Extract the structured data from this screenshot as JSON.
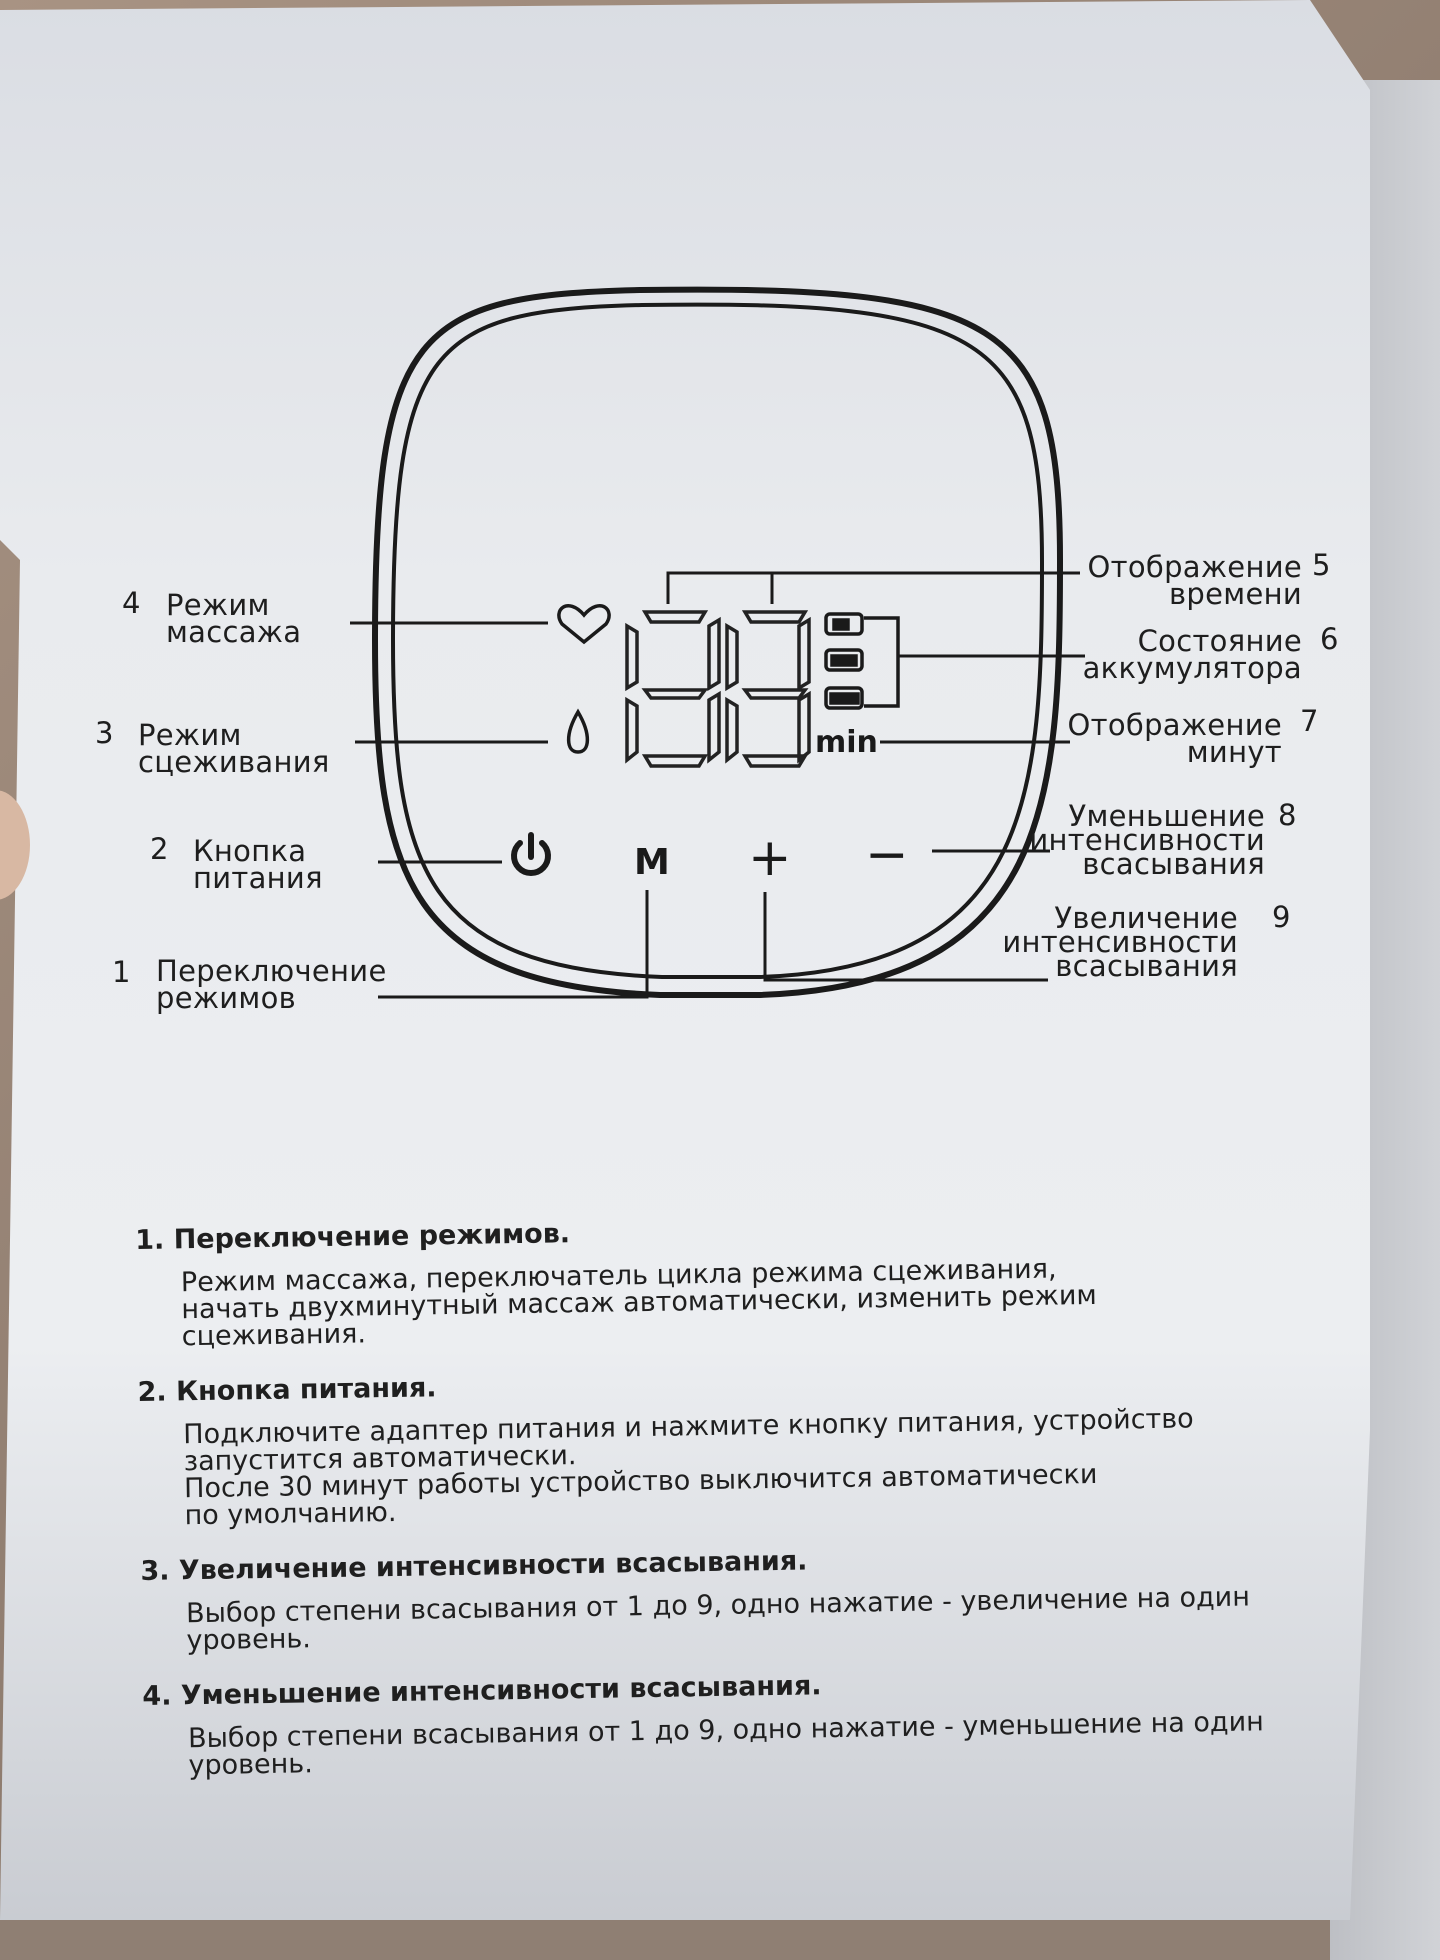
{
  "diagram": {
    "display": {
      "digits": "88",
      "unit": "min"
    },
    "buttons": {
      "power": "",
      "mode": "M",
      "plus": "+",
      "minus": "−"
    },
    "callouts": [
      {
        "num": "1",
        "text": "Переключение\nрежимов"
      },
      {
        "num": "2",
        "text": "Кнопка\nпитания"
      },
      {
        "num": "3",
        "text": "Режим\nсцеживания"
      },
      {
        "num": "4",
        "text": "Режим\nмассажа"
      },
      {
        "num": "5",
        "text": "Отображение\nвремени"
      },
      {
        "num": "6",
        "text": "Состояние\nаккумулятора"
      },
      {
        "num": "7",
        "text": "Отображение\nминут"
      },
      {
        "num": "8",
        "text": "Уменьшение\nинтенсивности\nвсасывания"
      },
      {
        "num": "9",
        "text": "Увеличение\nинтенсивности\nвсасывания"
      }
    ]
  },
  "instructions": [
    {
      "title": "1. Переключение режимов.",
      "text": "Режим массажа, переключатель цикла режима сцеживания,\nначать двухминутный массаж автоматически, изменить режим\nсцеживания."
    },
    {
      "title": "2. Кнопка питания.",
      "text": "Подключите адаптер питания и нажмите кнопку питания, устройство\nзапустится автоматически.\nПосле 30 минут работы устройство выключится автоматически\nпо умолчанию."
    },
    {
      "title": "3. Увеличение интенсивности всасывания.",
      "text": "Выбор степени всасывания от 1 до 9, одно нажатие - увеличение на один\nуровень."
    },
    {
      "title": "4. Уменьшение интенсивности всасывания.",
      "text": "Выбор степени всасывания от 1 до 9, одно нажатие - уменьшение на один\nуровень."
    }
  ]
}
